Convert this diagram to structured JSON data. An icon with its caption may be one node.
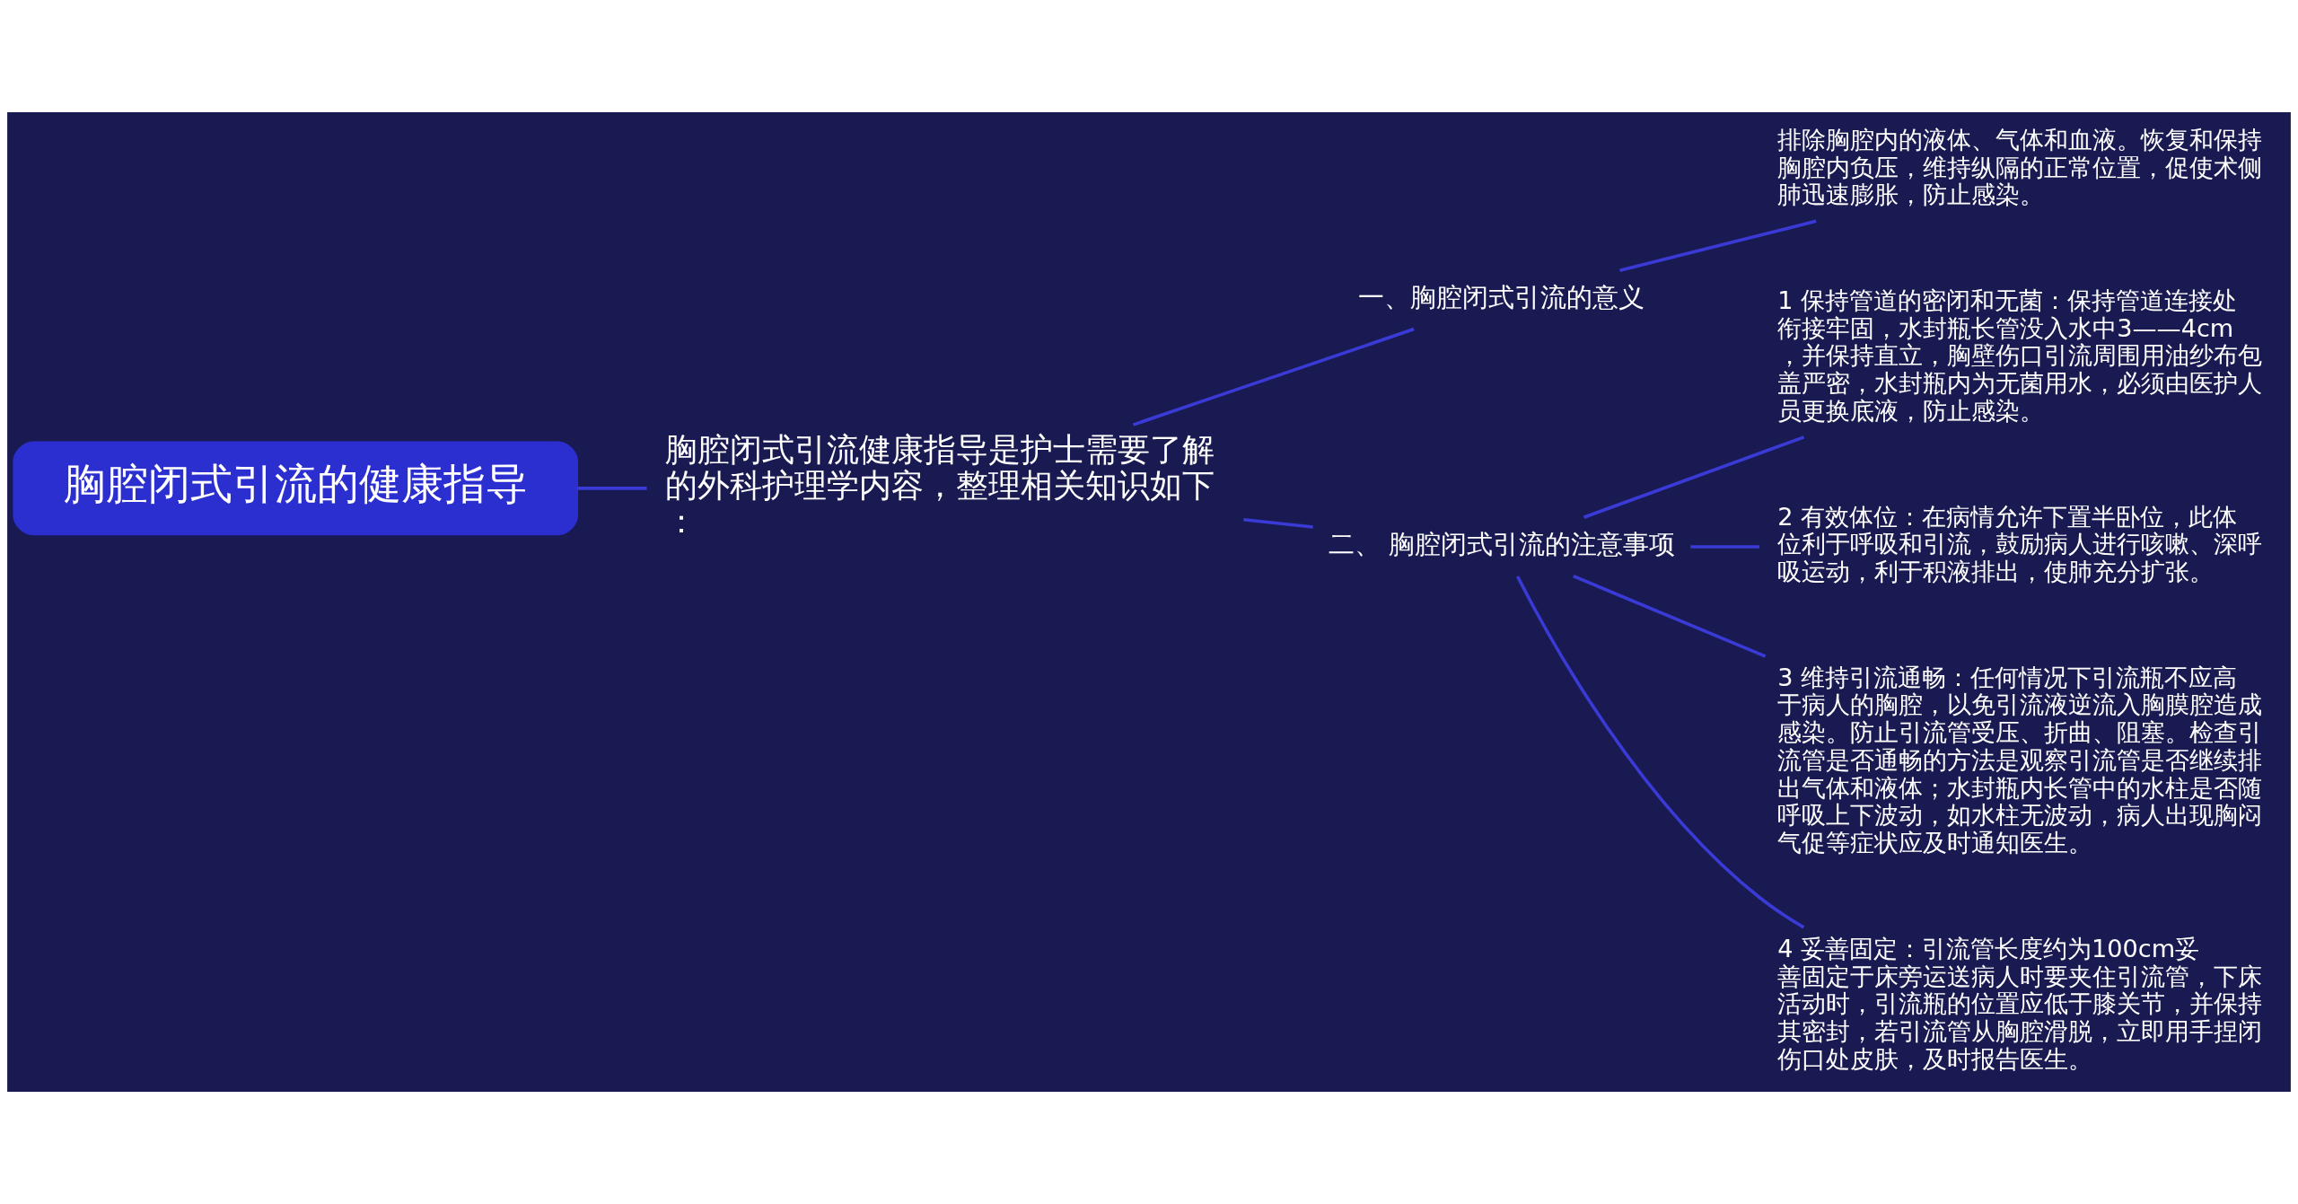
{
  "diagram": {
    "nodes": [
      {
        "text": [
          "胸腔闭式引流的健康指导"
        ]
      },
      {
        "text": [
          "胸腔闭式引流健康指导是护士需要了解的外科护理学内容，整理相关知识如下："
        ]
      },
      {
        "text": [
          "一、胸腔闭式引流的意义"
        ]
      },
      {
        "text": [
          "排除胸腔内的液体、气体和血液。恢复和保持胸腔内负压，维持纵隔的正常位置，促使术侧肺迅速膨胀，防止感染。"
        ]
      },
      {
        "text": [
          "二、 胸腔闭式引流的注意事项"
        ]
      },
      {
        "text": [
          "1 保持管道的密闭和无菌：保持管道连接处衔接牢固，水封瓶长管没入水中3——4cm，并保持直立，胸壁伤口引流周围用油纱布包盖严密，水封瓶内为无菌用水，必须由医护人员更换底液，防止感染。"
        ]
      },
      {
        "text": [
          "2 有效体位：在病情允许下置半卧位，此体位利于呼吸和引流，鼓励病人进行咳嗽、深呼吸运动，利于积液排出，使肺充分扩张。"
        ]
      },
      {
        "text": [
          "3 维持引流通畅：任何情况下引流瓶不应高于病人的胸腔，以免引流液逆流入胸膜腔造成感染。防止引流管受压、折曲、阻塞。检查引流管是否通畅的方法是观察引流管是否继续排出气体和液体；水封瓶内长管中的水柱是否随呼吸上下波动，如水柱无波动，病人出现胸闷气促等症状应及时通知医生。"
        ]
      },
      {
        "text": [
          "4 妥善固定：引流管长度约为100cm妥善固定于床旁运送病人时要夹住引流管，下床活动时，引流瓶的位置应低于膝关节，并保持其密封，若引流管从胸腔滑脱，立即用手捏闭伤口处皮肤，及时报告医生。"
        ]
      }
    ],
    "edges": [
      {
        "from": 0,
        "to": 1,
        "arrow": "none"
      },
      {
        "from": 1,
        "to": 2,
        "arrow": "none"
      },
      {
        "from": 1,
        "to": 4,
        "arrow": "none"
      },
      {
        "from": 2,
        "to": 3,
        "arrow": "none"
      },
      {
        "from": 4,
        "to": 5,
        "arrow": "none"
      },
      {
        "from": 4,
        "to": 6,
        "arrow": "none"
      },
      {
        "from": 4,
        "to": 7,
        "arrow": "none"
      },
      {
        "from": 4,
        "to": 8,
        "arrow": "none"
      }
    ]
  }
}
